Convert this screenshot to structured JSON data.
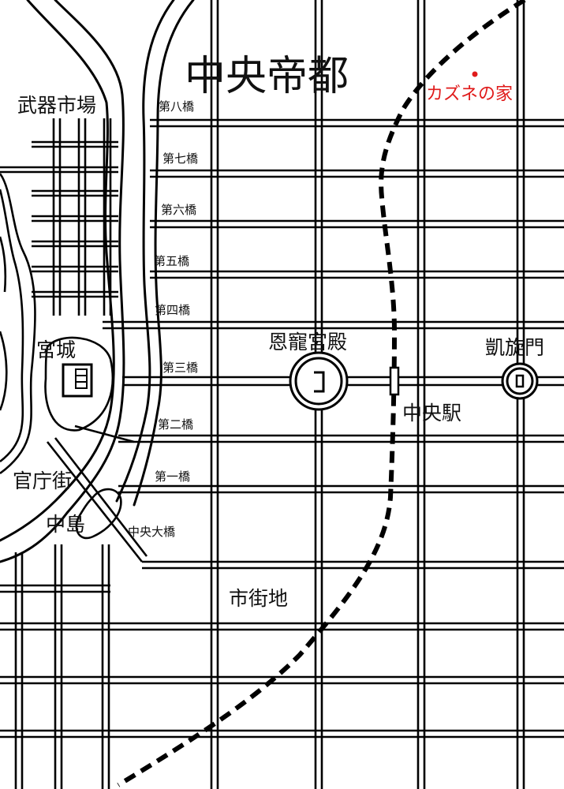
{
  "map": {
    "title": "中央帝都",
    "marker": {
      "label": "カズネの家",
      "color": "#e01b1b"
    },
    "districts": {
      "weapons_market": "武器市場",
      "castle": "宮城",
      "government_street": "官庁街",
      "nakajima": "中島",
      "downtown": "市街地"
    },
    "landmarks": {
      "palace": "恩寵宮殿",
      "arch": "凱旋門",
      "station": "中央駅"
    },
    "bridges": [
      "第八橋",
      "第七橋",
      "第六橋",
      "第五橋",
      "第四橋",
      "第三橋",
      "第二橋",
      "第一橋",
      "中央大橋"
    ]
  }
}
